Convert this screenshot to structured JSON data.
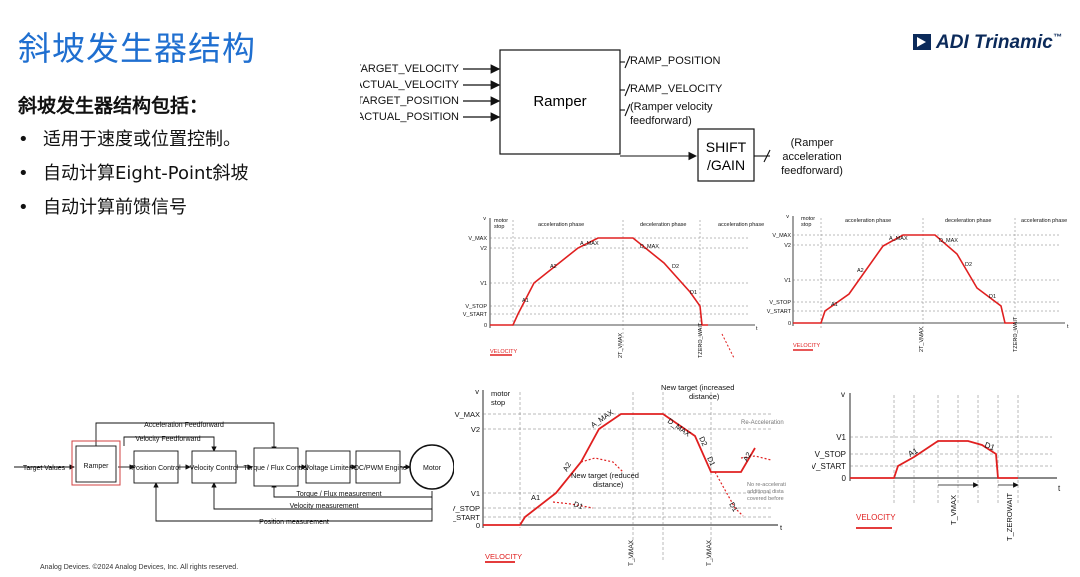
{
  "slide": {
    "title": "斜坡发生器结构",
    "subheading": "斜坡发生器结构包括：",
    "bullets": [
      "适用于速度或位置控制。",
      "自动计算Eight-Point斜坡",
      "自动计算前馈信号"
    ],
    "footer": "Analog Devices. ©2024 Analog Devices, Inc. All rights reserved."
  },
  "logo": {
    "text": "ADI Trinamic",
    "tm": "™"
  },
  "ramper_diagram": {
    "inputs": [
      "TARGET_VELOCITY",
      "ACTUAL_VELOCITY",
      "TARGET_POSITION",
      "ACTUAL_POSITION"
    ],
    "block": "Ramper",
    "outputs": [
      "RAMP_POSITION",
      "RAMP_VELOCITY"
    ],
    "velocity_ff": [
      "(Ramper velocity",
      "feedforward)"
    ],
    "shift_block": [
      "SHIFT",
      "/GAIN"
    ],
    "accel_ff": [
      "(Ramper",
      "acceleration",
      "feedforward)"
    ]
  },
  "control_diagram": {
    "input_label": "Target Values",
    "blocks": [
      "Ramper",
      "Position Control",
      "Velocity Control",
      "Torque / Flux Control",
      "Voltage Limiter",
      "FOC/PWM Engine",
      "Motor"
    ],
    "feedback": [
      "Acceleration Feedforward",
      "Velocity Feedforward",
      "Torque / Flux measurement",
      "Velocity measurement",
      "Position measurement"
    ]
  },
  "plot_small_1": {
    "v_axis": "v",
    "t_axis": "t",
    "motor_stop": [
      "motor",
      "stop"
    ],
    "phases": [
      "acceleration phase",
      "deceleration phase",
      "acceleration phase"
    ],
    "y_ticks": [
      "V_MAX",
      "V2",
      "V1",
      "V_STOP",
      "V_START",
      "0"
    ],
    "segments": [
      "A1",
      "A2",
      "A_MAX",
      "D_MAX",
      "D2",
      "D1"
    ],
    "x_marks": [
      "2T_VMAX",
      "TZERO_WAIT"
    ],
    "legend": "VELOCITY"
  },
  "plot_small_2": {
    "v_axis": "v",
    "t_axis": "t",
    "motor_stop": [
      "motor",
      "stop"
    ],
    "phases": [
      "acceleration phase",
      "deceleration phase",
      "acceleration phase"
    ],
    "y_ticks": [
      "V_MAX",
      "V2",
      "V1",
      "V_STOP",
      "V_START",
      "0"
    ],
    "segments": [
      "A1",
      "A2",
      "A_MAX",
      "D_MAX",
      "D2",
      "D1"
    ],
    "x_marks": [
      "2T_VMAX",
      "TZERO_WAIT"
    ],
    "legend": "VELOCITY"
  },
  "plot_large": {
    "v_axis": "v",
    "t_axis": "t",
    "motor_stop": [
      "motor",
      "stop"
    ],
    "y_ticks": [
      "V_MAX",
      "V2",
      "V1",
      "V_STOP",
      "V_START",
      "0"
    ],
    "segments": [
      "A1",
      "A2",
      "A_MAX",
      "D_MAX",
      "D2",
      "D1",
      "A2",
      "D1",
      "D1"
    ],
    "annotations": {
      "new_target_increased": [
        "New target (increased",
        "distance)"
      ],
      "new_target_reduced": [
        "New target (reduced",
        "distance)"
      ],
      "re_acceleration": "Re-Acceleration",
      "no_reaccel": [
        "No re-accelerati",
        "additional dista",
        "covered before"
      ]
    },
    "x_marks": [
      "T_VMAX",
      "T_VMAX"
    ],
    "legend": "VELOCITY"
  },
  "plot_right": {
    "v_axis": "v",
    "t_axis": "t",
    "y_ticks": [
      "V1",
      "V_STOP",
      "V_START",
      "0"
    ],
    "segments": [
      "A1",
      "D1"
    ],
    "x_marks": [
      "T_VMAX",
      "T_ZEROWAIT"
    ],
    "legend": "VELOCITY"
  },
  "colors": {
    "title": "#1f6fd0",
    "curve": "#e02020",
    "logo": "#0b2a5a"
  }
}
